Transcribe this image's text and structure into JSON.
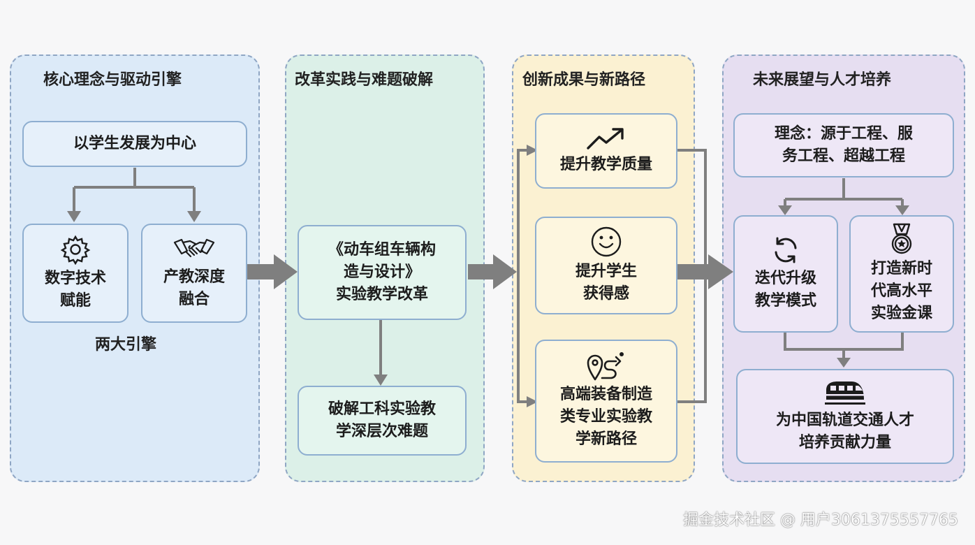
{
  "panels": [
    {
      "title": "核心理念与驱动引擎",
      "fill": "#dceaf8"
    },
    {
      "title": "改革实践与难题破解",
      "fill": "#dcf0e8"
    },
    {
      "title": "创新成果与新路径",
      "fill": "#fbf1d2"
    },
    {
      "title": "未来展望与人才培养",
      "fill": "#e6def1"
    }
  ],
  "core": {
    "center": "以学生发展为中心",
    "engine_digital": "数字技术\n赋能",
    "engine_industry": "产教深度\n融合",
    "engines_caption": "两大引擎",
    "icon_digital": "gear-icon",
    "icon_industry": "handshake-icon"
  },
  "reform": {
    "main": "《动车组车辆构\n造与设计》\n实验教学改革",
    "solve": "破解工科实验教\n学深层次难题"
  },
  "results": {
    "quality": "提升教学质量",
    "gain": "提升学生\n获得感",
    "path": "高端装备制造\n类专业实验教\n学新路径",
    "icon_quality": "trend-up-icon",
    "icon_gain": "smile-icon",
    "icon_path": "route-icon"
  },
  "future": {
    "concept": "理念：源于工程、服\n务工程、超越工程",
    "iterate": "迭代升级\n教学模式",
    "gold": "打造新时\n代高水平\n实验金课",
    "contribute": "为中国轨道交通人才\n培养贡献力量",
    "icon_iterate": "refresh-icon",
    "icon_gold": "medal-icon",
    "icon_contribute": "train-icon"
  },
  "watermark": "掘金技术社区 @ 用户3061375557765",
  "colors": {
    "arrow": "#7f7f7f",
    "box_border": "#8eaed0",
    "panel_border": "#8fa6c4"
  }
}
